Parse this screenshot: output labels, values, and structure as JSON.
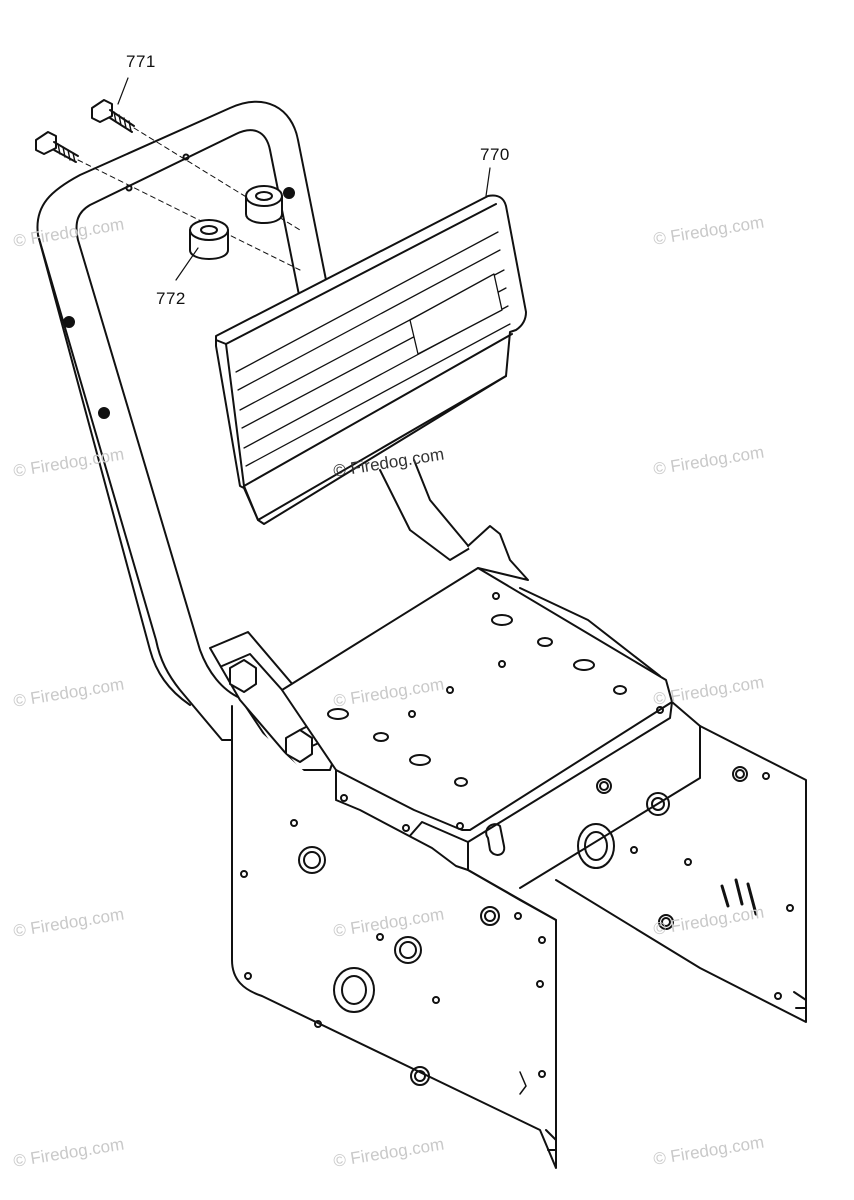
{
  "callouts": [
    {
      "id": "771",
      "label": "771"
    },
    {
      "id": "770",
      "label": "770"
    },
    {
      "id": "772",
      "label": "772"
    }
  ],
  "watermark": "© Firedog.com",
  "parts": {
    "frame": "backrest-frame",
    "pad": "backrest-pad",
    "spacers": "spacers",
    "screws": "screws",
    "seat_plate": "seat-mounting-plate",
    "side_plates": "side-plates"
  },
  "colors": {
    "line": "#111111",
    "watermark": "#c9c9c9"
  }
}
